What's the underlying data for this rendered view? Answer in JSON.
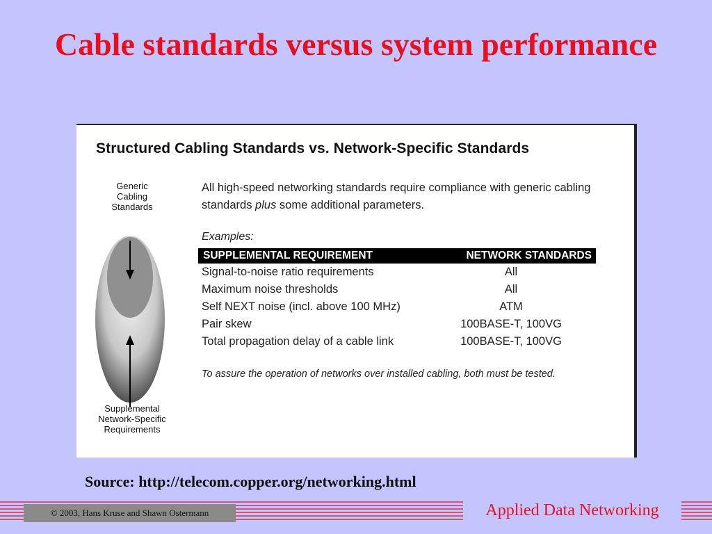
{
  "slide": {
    "title": "Cable standards versus system performance",
    "source": "Source: http://telecom.copper.org/networking.html"
  },
  "figure": {
    "title": "Structured Cabling Standards vs. Network-Specific Standards",
    "diagram": {
      "top_label": [
        "Generic",
        "Cabling",
        "Standards"
      ],
      "bottom_label": [
        "Supplemental",
        "Network-Specific",
        "Requirements"
      ]
    },
    "intro_before": "All high-speed networking standards require compliance with generic cabling standards ",
    "intro_emphasis": "plus",
    "intro_after": " some additional parameters.",
    "examples_label": "Examples:",
    "table": {
      "headers": [
        "SUPPLEMENTAL REQUIREMENT",
        "NETWORK STANDARDS"
      ],
      "rows": [
        [
          "Signal-to-noise ratio requirements",
          "All"
        ],
        [
          "Maximum noise thresholds",
          "All"
        ],
        [
          "Self NEXT noise (incl. above 100 MHz)",
          "ATM"
        ],
        [
          "Pair skew",
          "100BASE-T, 100VG"
        ],
        [
          "Total propagation delay of a cable link",
          "100BASE-T, 100VG"
        ]
      ]
    },
    "note": "To assure the operation of networks over installed cabling, both must be tested."
  },
  "footer": {
    "copyright": "© 2003, Hans Kruse and Shawn Ostermann",
    "brand": "Applied Data Networking"
  },
  "colors": {
    "background": "#c4c4ff",
    "title": "#e8101e",
    "footer_lines": "#e8101e",
    "footer_box": "#8a8a8a"
  }
}
